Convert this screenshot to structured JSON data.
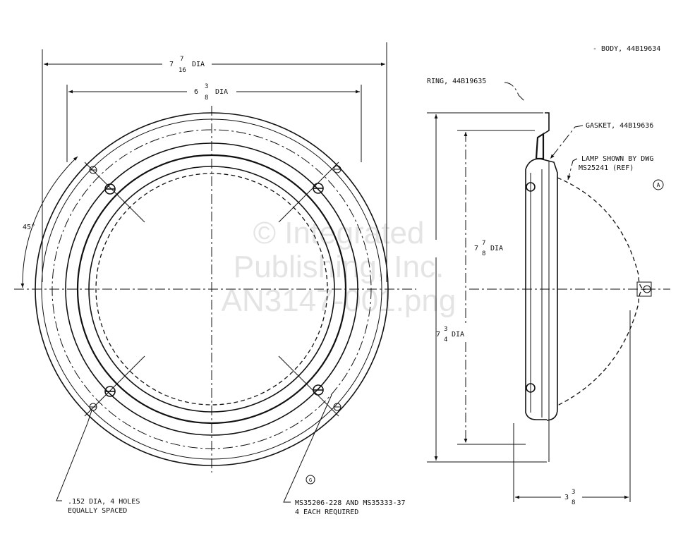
{
  "watermark": {
    "line1": "© Integrated",
    "line2": "Publishing, Inc.",
    "line3": "AN3147-001.png"
  },
  "dimensions": {
    "overall_dia": {
      "whole": "7",
      "num": "7",
      "den": "16",
      "suffix": "DIA"
    },
    "bolt_circle_dia": {
      "whole": "6",
      "num": "3",
      "den": "8",
      "suffix": "DIA"
    },
    "angle": "45°",
    "side_outer_dia": {
      "whole": "7",
      "num": "7",
      "den": "8",
      "suffix": "DIA"
    },
    "side_inner_dia": {
      "whole": "7",
      "num": "3",
      "den": "4",
      "suffix": "DIA"
    },
    "depth": {
      "whole": "3",
      "num": "3",
      "den": "8"
    }
  },
  "callouts": {
    "body": "- BODY, 44B19634",
    "ring": "RING, 44B19635",
    "gasket": "GASKET, 44B19636",
    "lamp_line1": "LAMP SHOWN BY DWG",
    "lamp_line2": "MS25241 (REF)",
    "holes_line1": ".152 DIA, 4 HOLES",
    "holes_line2": "EQUALLY SPACED",
    "screws_line1": "MS35206-228  AND  MS35333-37",
    "screws_line2": "4 EACH REQUIRED",
    "marker_a": "A",
    "marker_g": "G"
  }
}
